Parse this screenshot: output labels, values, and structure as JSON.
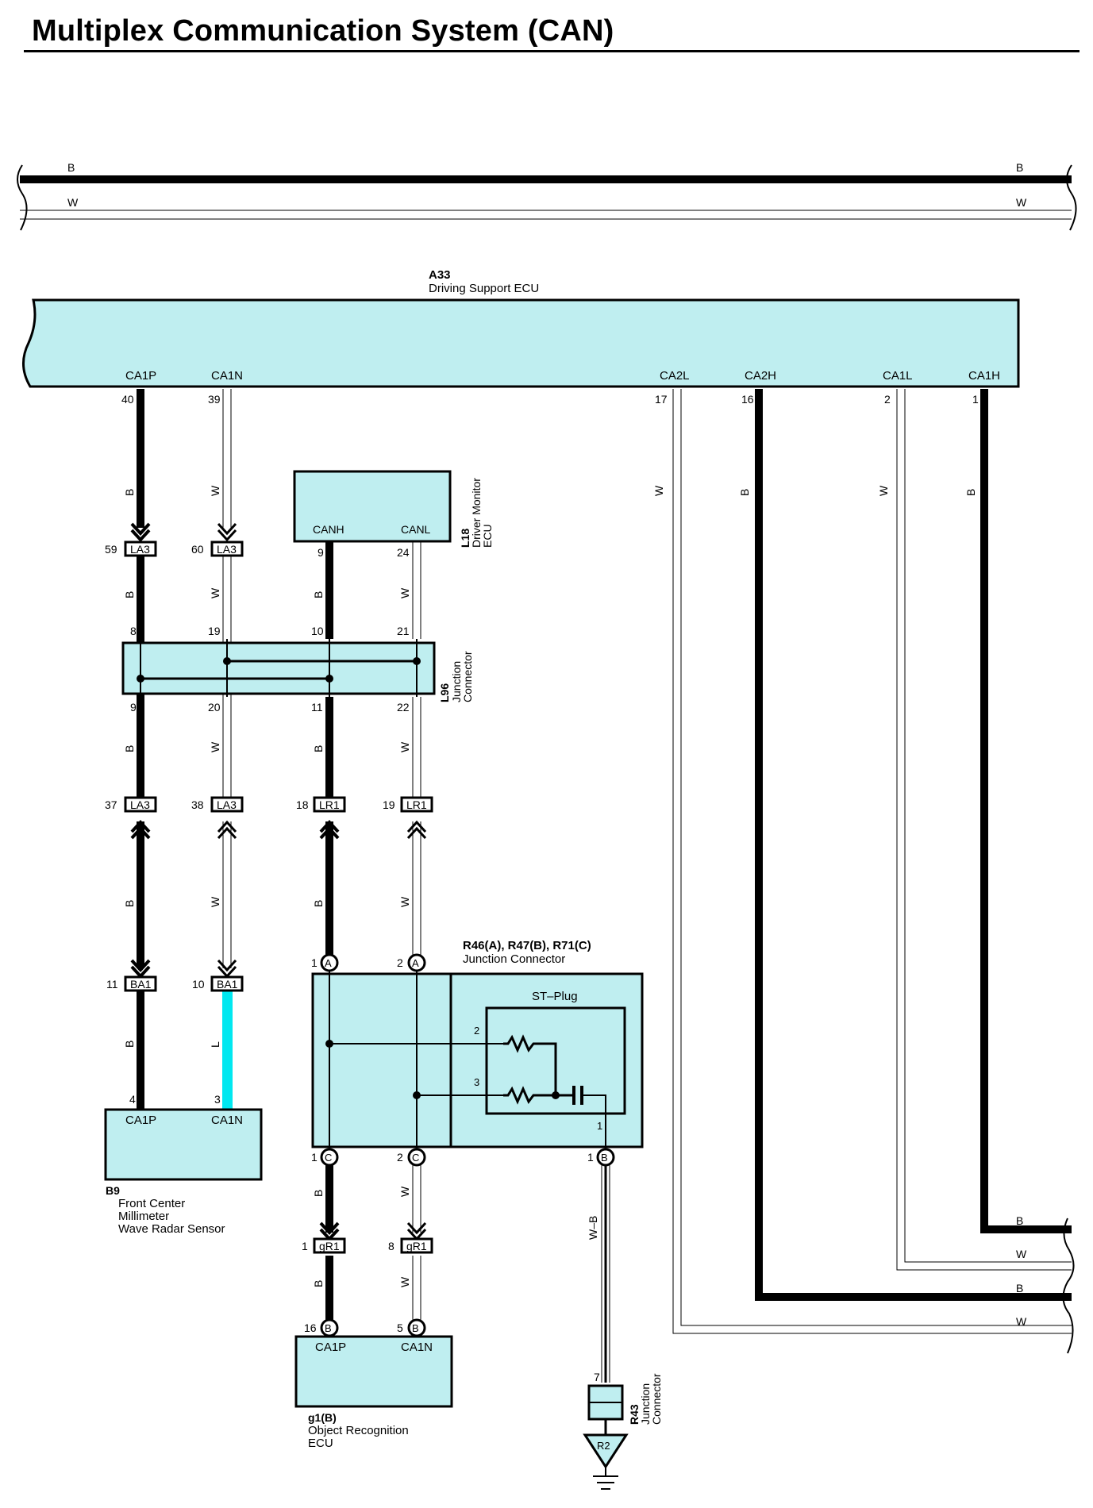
{
  "title": "Multiplex Communication System (CAN)",
  "colors": {
    "box_fill": "#bfeef0",
    "wire_L": "#00e8f0"
  },
  "bus_top": {
    "b": "B",
    "w": "W"
  },
  "a33": {
    "code": "A33",
    "name": "Driving Support ECU",
    "pins": [
      {
        "label": "CA1P",
        "num": "40",
        "color": "B"
      },
      {
        "label": "CA1N",
        "num": "39",
        "color": "W"
      },
      {
        "label": "CA2L",
        "num": "17",
        "color": "W"
      },
      {
        "label": "CA2H",
        "num": "16",
        "color": "B"
      },
      {
        "label": "CA1L",
        "num": "2",
        "color": "W"
      },
      {
        "label": "CA1H",
        "num": "1",
        "color": "B"
      }
    ]
  },
  "l18": {
    "code": "L18",
    "name1": "Driver Monitor",
    "name2": "ECU",
    "canh": "CANH",
    "canl": "CANL",
    "pin_h": "9",
    "pin_l": "24"
  },
  "l96": {
    "code": "L96",
    "name1": "Junction",
    "name2": "Connector",
    "top": [
      "8",
      "19",
      "10",
      "21"
    ],
    "bottom": [
      "9",
      "20",
      "11",
      "22"
    ]
  },
  "conn_la3_top": {
    "label": "LA3",
    "pins": [
      "59",
      "60"
    ]
  },
  "conn_la3_mid": {
    "label": "LA3",
    "pins": [
      "37",
      "38"
    ]
  },
  "conn_lr1": {
    "label": "LR1",
    "pins": [
      "18",
      "19"
    ]
  },
  "conn_ba1": {
    "label": "BA1",
    "pins": [
      "11",
      "10"
    ]
  },
  "conn_gr1": {
    "label": "gR1",
    "pins": [
      "1",
      "8"
    ]
  },
  "b9": {
    "code": "B9",
    "line1": "Front Center",
    "line2": "Millimeter",
    "line3": "Wave Radar Sensor",
    "p1": "CA1P",
    "p2": "CA1N",
    "n1": "4",
    "n2": "3",
    "wire_l": "L"
  },
  "rjc": {
    "code": "R46(A), R47(B), R71(C)",
    "name": "Junction Connector",
    "stplug": "ST–Plug",
    "a1": "1",
    "a2": "2",
    "c1": "1",
    "c2": "2",
    "b1": "1",
    "letter_a": "A",
    "letter_c": "C",
    "letter_b": "B",
    "in2": "2",
    "in3": "3",
    "in1": "1"
  },
  "g1": {
    "code": "g1(B)",
    "line1": "Object Recognition",
    "line2": "ECU",
    "p1": "CA1P",
    "p2": "CA1N",
    "n1": "16",
    "n2": "5",
    "letter": "B"
  },
  "r43": {
    "code": "R43",
    "name1": "Junction",
    "name2": "Connector",
    "pin": "7",
    "wire": "W–B",
    "ground": "R2"
  },
  "wire_labels": {
    "b": "B",
    "w": "W"
  }
}
